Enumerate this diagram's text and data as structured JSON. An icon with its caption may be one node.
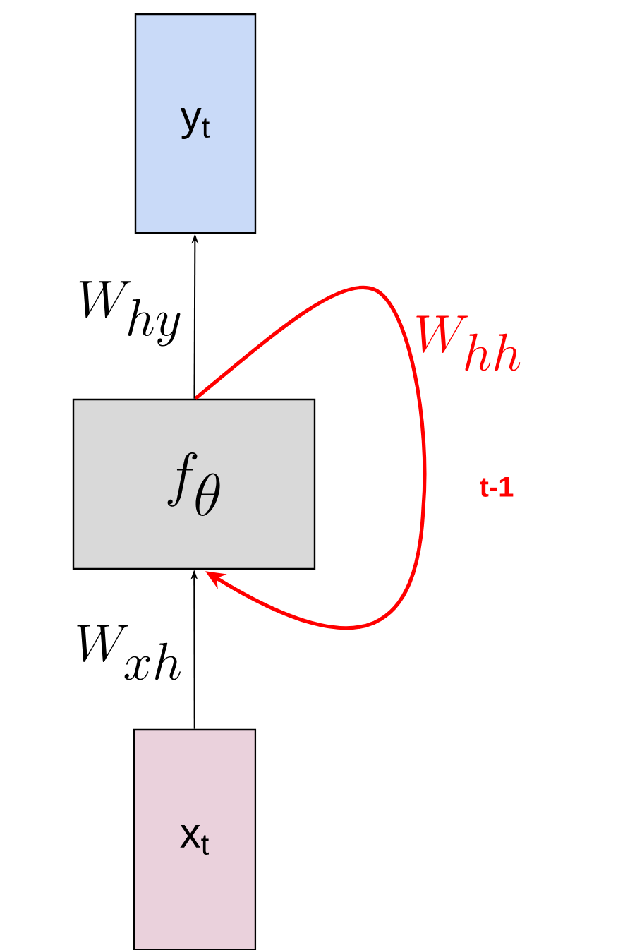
{
  "diagram": {
    "nodes": [
      {
        "text": [
          "y$_{t}$"
        ]
      },
      {
        "text": [
          "f_\\theta"
        ]
      },
      {
        "text": [
          "x$_{t}$"
        ]
      }
    ],
    "edges": [
      {
        "from": 2,
        "to": 1,
        "arrow": "to",
        "label": "W_{xh}"
      },
      {
        "from": 1,
        "to": 0,
        "arrow": "to",
        "label": "W_{hy}"
      },
      {
        "from": 1,
        "to": 1,
        "arrow": "to",
        "label": "W_{hh}",
        "style": "thick",
        "color": "#ff0000"
      }
    ],
    "labels": [
      "t-1"
    ]
  }
}
